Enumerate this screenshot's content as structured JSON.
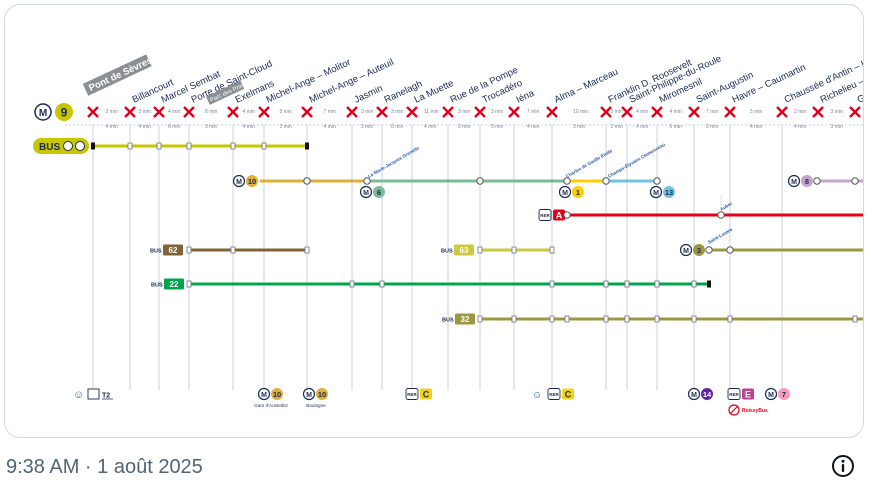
{
  "colors": {
    "navy": "#1b2a55",
    "cross": "#e2001a",
    "m9": "#c8c600",
    "m10": "#dfb039",
    "m6": "#79bb92",
    "m1": "#ffcd00",
    "m13": "#6ec4e8",
    "m8": "#c5a3cd",
    "rerA": "#e2001a",
    "m3": "#9a9940",
    "bus62": "#826337",
    "bus63": "#cdc83f",
    "bus22": "#00a44f",
    "bus32": "#9a9940",
    "m14": "#62259d",
    "rerE": "#c04191",
    "m7": "#fa9aba",
    "rerC": "#f3d311"
  },
  "header": {
    "line_symbol": "M",
    "line_number": "9"
  },
  "stations": [
    "Pont de Sèvres",
    "Billancourt",
    "Marcel Sembat",
    "Porte de Saint-Cloud",
    "Exelmans",
    "Michel-Ange – Molitor",
    "Michel-Ange – Auteuil",
    "Jasmin",
    "Ranelagh",
    "La Muette",
    "Rue de la Pompe",
    "Trocadéro",
    "Iéna",
    "Alma – Marceau",
    "Franklin D. Roosevelt",
    "Saint-Philippe-du-Roule",
    "Miromesnil",
    "Saint-Augustin",
    "Havre – Caumartin",
    "Chaussée d'Antin – La",
    "Richelieu – Dr",
    "Gr"
  ],
  "station_sub": "Parc des Princes",
  "times": [
    "3 min",
    "3 min",
    "4 min",
    "8 min",
    "4 min",
    "5 min",
    "7 min",
    "3 min",
    "3 min",
    "11 min",
    "3 min",
    "3 min",
    "7 min",
    "10 min",
    "3 min",
    "4 min",
    "4 min",
    "7 min",
    "5 min",
    "2 min",
    "3 min"
  ],
  "walk_times": [
    "4 min",
    "4 min",
    "6 min",
    "3 min",
    "4 min",
    "3 min",
    "4 min",
    "2 min",
    "6 min",
    "4 min",
    "3 min",
    "5 min",
    "4 min",
    "3 min",
    "2 min",
    "4 min",
    "6 min",
    "3 min",
    "4 min",
    "4 min",
    "3 min"
  ],
  "lines": {
    "bus_m9": "BUS",
    "m10": "10",
    "m6": "6",
    "m1": "1",
    "m13": "13",
    "m8": "8",
    "rer_a": "A",
    "m3": "3",
    "bus62": "62",
    "bus63": "63",
    "bus22": "22",
    "bus32": "32",
    "rer_label": "RER",
    "bus_label": "BUS",
    "metro_label": "M"
  },
  "annotations": {
    "marie_jacques": "La Marie-Jacques Grenelle",
    "charles_gaulle": "Charles de Gaulle Étoile",
    "champs_elysees": "Champs-Élysées Clemenceau",
    "auber": "Auber",
    "saint_lazare": "Saint-Lazare"
  },
  "bottom": {
    "t2": "T2",
    "m10_a": "10",
    "m10_a_caption": "Gare d'Austerlitz",
    "m10_b": "10",
    "m10_b_caption": "Boulogne",
    "rer_c_1": "C",
    "rer_c_2": "C",
    "m14": "14",
    "rer_e": "E",
    "m7": "7",
    "roissybus": "RoissyBus"
  },
  "footer": {
    "timestamp": "9:38 AM · 1 août 2025",
    "info_icon": "info-icon"
  }
}
